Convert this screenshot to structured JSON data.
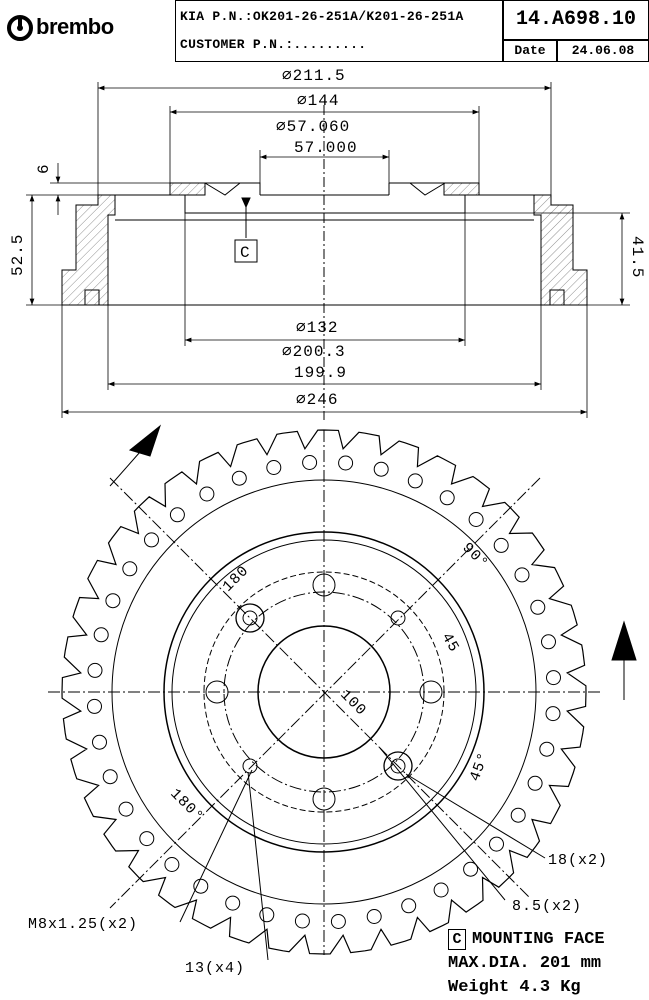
{
  "header": {
    "brand": "brembo",
    "kia_pn": "KIA P.N.:OK201-26-251A/K201-26-251A",
    "customer_pn": "CUSTOMER P.N.:.........",
    "part_code": "14.A698.10",
    "date_label": "Date",
    "date_value": "24.06.08"
  },
  "section": {
    "d1": "∅211.5",
    "d2": "∅144",
    "d3a": "∅57.060",
    "d3b": "57.000",
    "h_flange": "6",
    "h_total": "52.5",
    "h_inner": "41.5",
    "datum": "C",
    "d4": "∅132",
    "d5a": "∅200.3",
    "d5b": "199.9",
    "d6": "∅246"
  },
  "plan": {
    "a180_top": "180",
    "a90": "90°",
    "a45_top": "45",
    "pcd": "100",
    "a45_right": "45°",
    "a180_bot": "180°",
    "hole18": "18(x2)",
    "hole85": "8.5(x2)",
    "thread": "M8x1.25(x2)",
    "hole13": "13(x4)"
  },
  "notes": {
    "datum": "C",
    "mounting": "MOUNTING FACE",
    "maxdia": "MAX.DIA. 201 mm",
    "weight": "Weight 4.3 Kg"
  }
}
